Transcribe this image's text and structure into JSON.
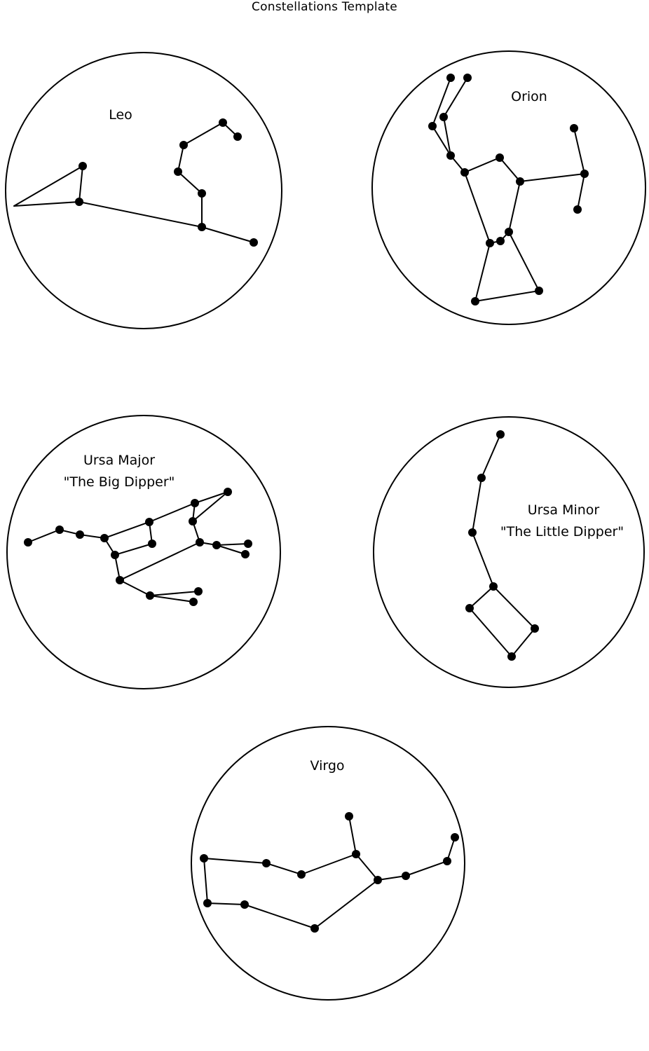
{
  "title": "Constellations Template",
  "constellations": [
    {
      "name": "Leo",
      "subtitle": ""
    },
    {
      "name": "Orion",
      "subtitle": ""
    },
    {
      "name": "Ursa Major",
      "subtitle": "\"The Big Dipper\""
    },
    {
      "name": "Ursa Minor",
      "subtitle": "\"The Little Dipper\""
    },
    {
      "name": "Virgo",
      "subtitle": ""
    }
  ]
}
